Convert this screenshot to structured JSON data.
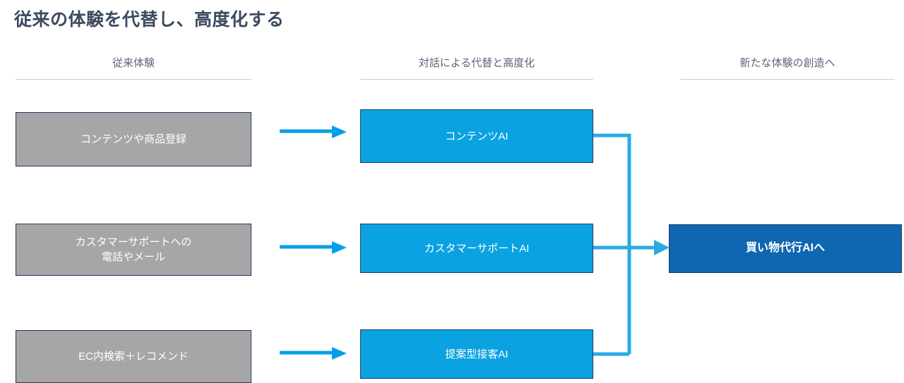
{
  "slide": {
    "title": "従来の体験を代替し、高度化する",
    "background_color": "#ffffff"
  },
  "colors": {
    "title_text": "#3b4a5f",
    "header_text": "#5b6478",
    "header_rule": "#c9ccd4",
    "legacy_fill": "#a6a6a6",
    "ai_fill": "#0aa2e0",
    "goal_fill": "#0f67b1",
    "box_border": "#1f3864",
    "arrow": "#00a0e9",
    "connector": "#29abe2"
  },
  "columns": [
    {
      "header": "従来体験"
    },
    {
      "header": "対話による代替と高度化"
    },
    {
      "header": "新たな体験の創造へ"
    }
  ],
  "legacy_boxes": [
    {
      "label": "コンテンツや商品登録"
    },
    {
      "label_line1": "カスタマーサポートへの",
      "label_line2": "電話やメール"
    },
    {
      "label": "EC内検索＋レコメンド"
    }
  ],
  "ai_boxes": [
    {
      "label": "コンテンツAI"
    },
    {
      "label": "カスタマーサポートAI"
    },
    {
      "label": "提案型接客AI"
    }
  ],
  "goal_box": {
    "label": "買い物代行AIへ"
  },
  "arrows": {
    "row1_name": "arrow-content-to-ai",
    "row2_name": "arrow-support-to-ai",
    "row3_name": "arrow-search-to-ai",
    "merge_name": "connector-ai-to-goal"
  }
}
